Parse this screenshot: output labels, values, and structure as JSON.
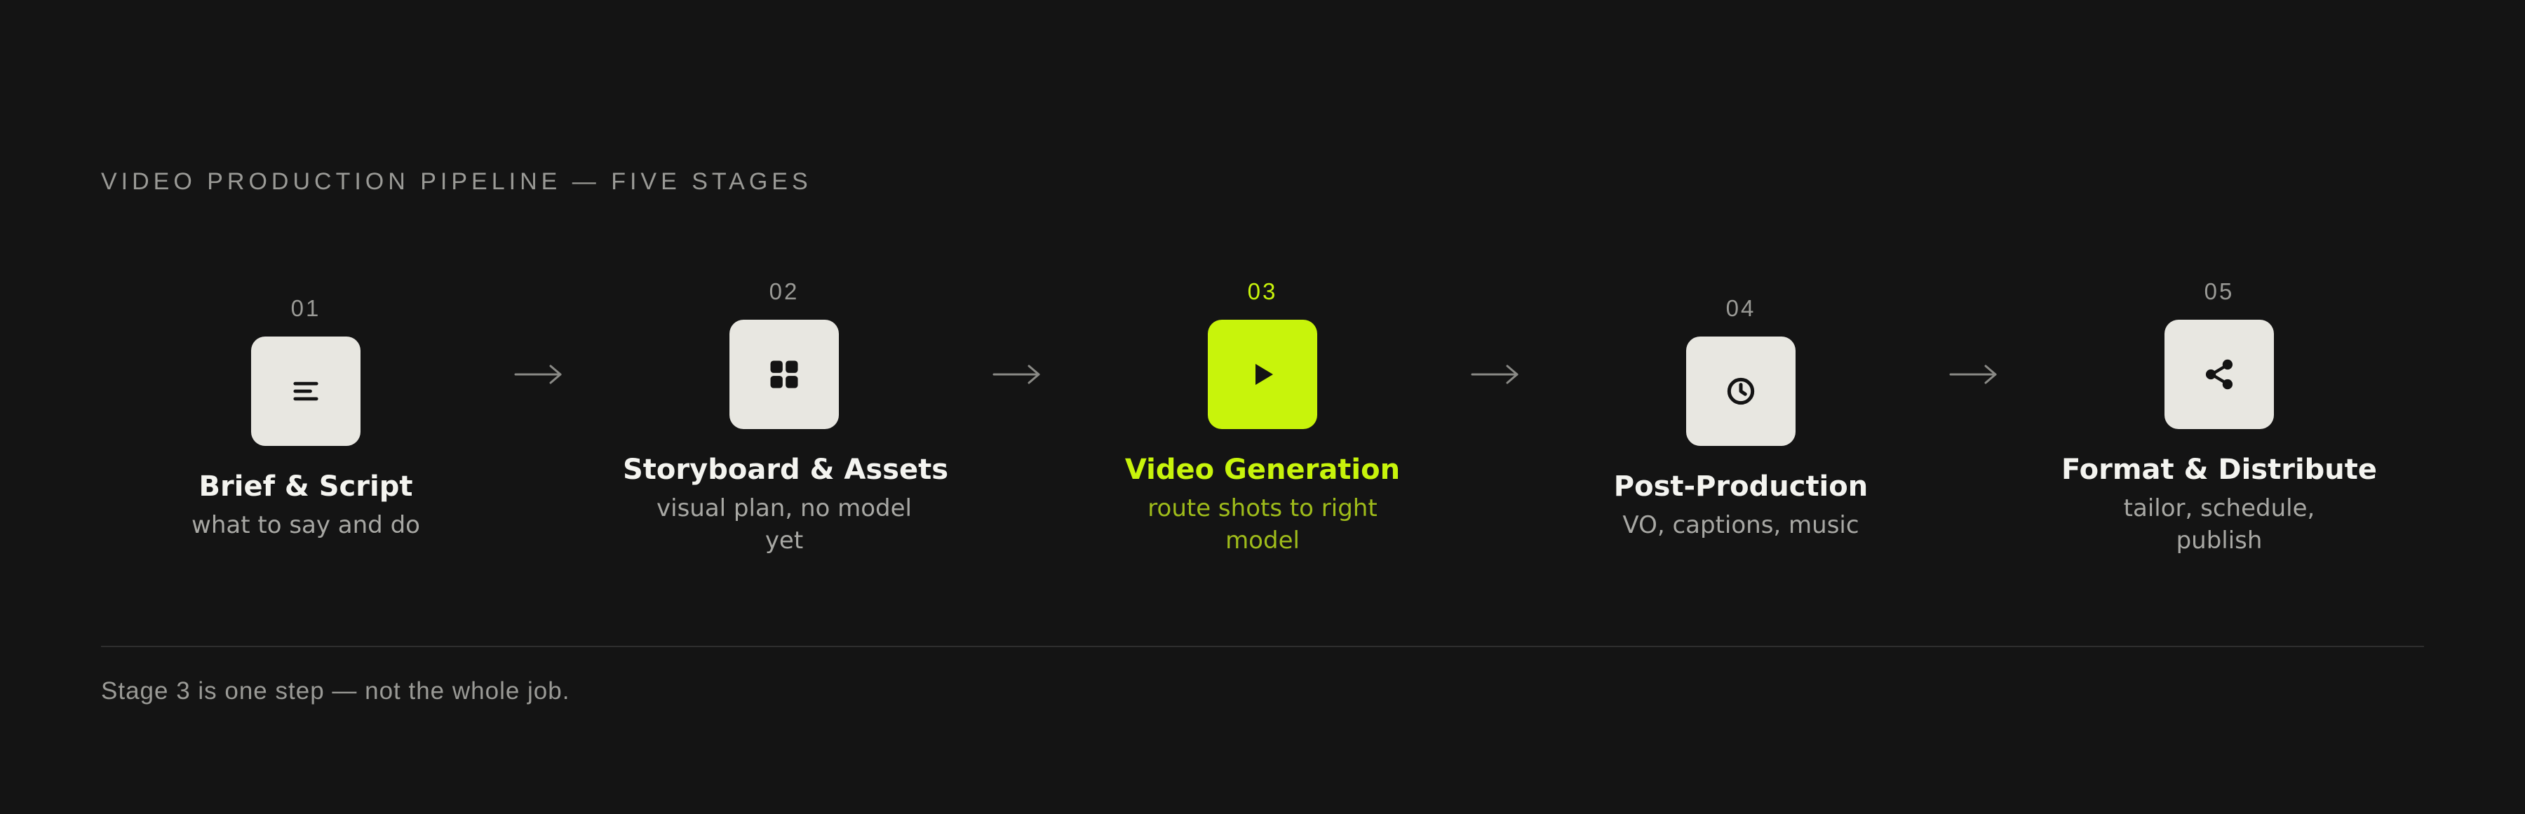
{
  "heading": "VIDEO PRODUCTION PIPELINE — FIVE STAGES",
  "stages": [
    {
      "num": "01",
      "title": "Brief & Script",
      "sub": "what to say and do",
      "icon": "lines-icon"
    },
    {
      "num": "02",
      "title": "Storyboard & Assets",
      "sub": "visual plan, no model yet",
      "icon": "grid-icon"
    },
    {
      "num": "03",
      "title": "Video Generation",
      "sub": "route shots to right model",
      "icon": "play-icon"
    },
    {
      "num": "04",
      "title": "Post-Production",
      "sub": "VO, captions, music",
      "icon": "clock-icon"
    },
    {
      "num": "05",
      "title": "Format & Distribute",
      "sub": "tailor, schedule, publish",
      "icon": "share-icon"
    }
  ],
  "footnote": "Stage 3 is one step — not the whole job.",
  "colors": {
    "background": "#141414",
    "tile": "#e8e7e1",
    "accent": "#c8f40b",
    "muted": "#9a9a96"
  }
}
